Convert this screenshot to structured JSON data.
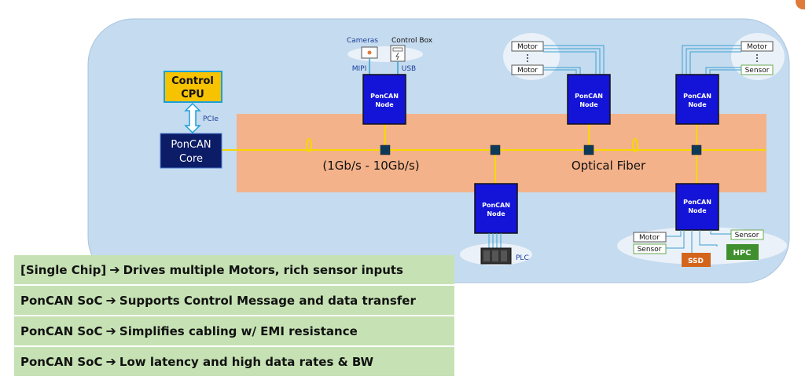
{
  "diagram": {
    "control_cpu": [
      "Control",
      "CPU"
    ],
    "pcie_label": "PCIe",
    "core_label": [
      "PonCAN",
      "Core"
    ],
    "node_label": [
      "PonCAN",
      "Node"
    ],
    "cameras_label": "Cameras",
    "control_box_label": "Control Box",
    "mipi_label": "MIPI",
    "usb_label": "USB",
    "motor_label": "Motor",
    "sensor_label": "Sensor",
    "plc_label": "PLC",
    "ssd_label": "SSD",
    "hpc_label": "HPC",
    "bandwidth_label": "(1Gb/s - 10Gb/s)",
    "fiber_label": "Optical Fiber"
  },
  "bullets": [
    {
      "lead": "[Single Chip]",
      "text": "Drives multiple Motors, rich sensor inputs"
    },
    {
      "lead": "PonCAN SoC",
      "text": "Supports Control Message and data transfer"
    },
    {
      "lead": "PonCAN SoC",
      "text": "Simplifies cabling w/ EMI resistance"
    },
    {
      "lead": "PonCAN SoC",
      "text": "Low latency and high data rates & BW"
    }
  ],
  "colors": {
    "background_panel": "#c5dbef",
    "bus_band": "#f4b28a",
    "fiber_line": "#f5d800",
    "node_fill": "#1414d8",
    "core_fill": "#0c1c66",
    "cpu_fill": "#f7c200",
    "bullet_fill": "#c6e2b4",
    "ssd_fill": "#d3641c",
    "hpc_fill": "#3f8f2e"
  },
  "icons": [
    "camera-icon",
    "control-box-icon",
    "plc-icon",
    "fiber-coil-icon",
    "double-arrow-icon",
    "bullet-arrow-icon"
  ]
}
